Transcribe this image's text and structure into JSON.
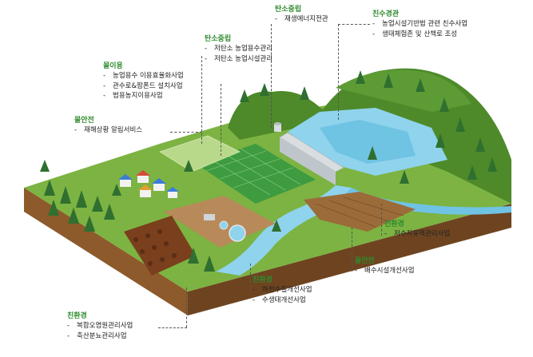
{
  "colors": {
    "category": "#2e8b2e",
    "item_text": "#222222",
    "grass": "#7cb342",
    "grass_dark": "#4e8a2a",
    "soil": "#8d5a2b",
    "water": "#8fd3ec",
    "water_deep": "#4fb3d9",
    "tree": "#2f6f2f",
    "field": "#3f9b3f",
    "wall": "#d9dde0"
  },
  "icons": [
    "tree-icon",
    "house-icon",
    "dam-icon",
    "water-tank-icon",
    "treatment-tank-icon",
    "field-icon"
  ],
  "callouts": [
    {
      "name": "callout-carbon-neutral-energy",
      "category": "탄소중립",
      "items": [
        "재생에너지전관"
      ]
    },
    {
      "name": "callout-eco-water",
      "category": "친수경관",
      "items": [
        "농업시설기반법 관련 친수사업",
        "생태체험존 및 산책로 조성"
      ]
    },
    {
      "name": "callout-carbon-neutral-farm",
      "category": "탄소중립",
      "items": [
        "저탄소 농업용수관리",
        "저탄소 농업시설관리"
      ]
    },
    {
      "name": "callout-water-use",
      "category": "물이용",
      "items": [
        "농업용수 이용효율화사업",
        "관수로&팜폰드 설치사업",
        "범용농지이용사업"
      ]
    },
    {
      "name": "callout-water-safety-alert",
      "category": "물안전",
      "items": [
        "재해상황 알림서비스"
      ]
    },
    {
      "name": "callout-eco-reservoir",
      "category": "친환경",
      "items": [
        "저수지유역관리사업"
      ]
    },
    {
      "name": "callout-water-safety-drain",
      "category": "물안전",
      "items": [
        "배수시설개선사업"
      ]
    },
    {
      "name": "callout-eco-stream",
      "category": "친환경",
      "items": [
        "하천수질개선사업",
        "수생태개선사업"
      ]
    },
    {
      "name": "callout-eco-pollution",
      "category": "친환경",
      "items": [
        "복합오염원관리사업",
        "축산분뇨관리사업"
      ]
    }
  ]
}
